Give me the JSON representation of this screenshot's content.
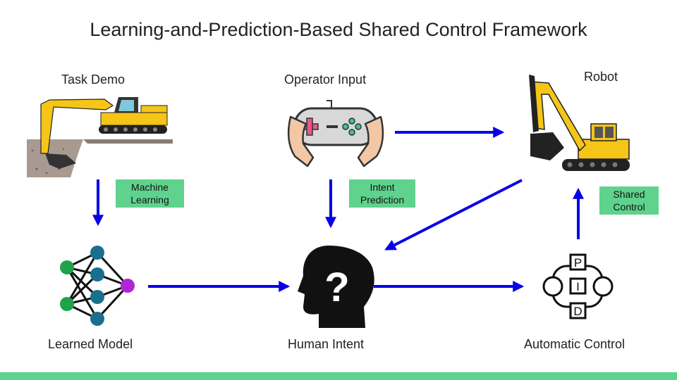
{
  "title": "Learning-and-Prediction-Based Shared Control Framework",
  "nodes": {
    "task_demo": "Task Demo",
    "operator_input": "Operator Input",
    "robot": "Robot",
    "learned_model": "Learned Model",
    "human_intent": "Human Intent",
    "automatic_control": "Automatic Control"
  },
  "edges": {
    "machine_learning": [
      "Machine",
      "Learning"
    ],
    "intent_prediction": [
      "Intent",
      "Prediction"
    ],
    "shared_control": [
      "Shared",
      "Control"
    ]
  },
  "pid_letters": [
    "P",
    "I",
    "D"
  ],
  "human_intent_symbol": "?",
  "icons": [
    "excavator-digging-icon",
    "gamepad-hands-icon",
    "excavator-icon",
    "neural-network-icon",
    "human-head-question-icon",
    "pid-controller-icon"
  ],
  "colors": {
    "arrow": "#0a00e8",
    "tag_bg": "#5fd38d",
    "footer": "#5fd38d",
    "excavator": "#f5c518",
    "nn_input": "#1fa34a",
    "nn_hidden": "#1b6f8e",
    "nn_output": "#b026d6"
  }
}
